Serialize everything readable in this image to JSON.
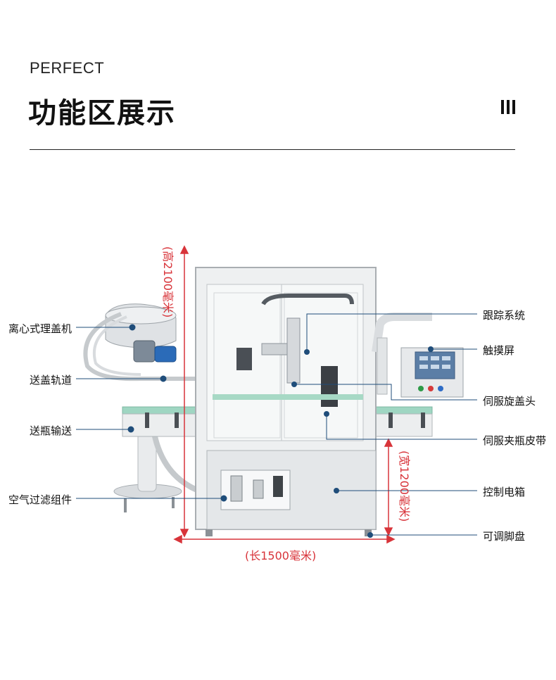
{
  "header": {
    "kicker": "PERFECT",
    "title": "功能区展示",
    "menu_icon": "vertical-bars-icon"
  },
  "callouts_left": [
    {
      "label": "离心式理盖机"
    },
    {
      "label": "送盖轨道"
    },
    {
      "label": "送瓶输送"
    },
    {
      "label": "空气过滤组件"
    }
  ],
  "callouts_right": [
    {
      "label": "跟踪系统"
    },
    {
      "label": "触摸屏"
    },
    {
      "label": "伺服旋盖头"
    },
    {
      "label": "伺服夹瓶皮带"
    },
    {
      "label": "控制电箱"
    },
    {
      "label": "可调脚盘"
    }
  ],
  "dimensions": {
    "height": "(高2100毫米)",
    "length": "(长1500毫米)",
    "width": "(宽1200毫米)"
  },
  "colors": {
    "dimension": "#d8343a",
    "leader": "#1f4d7a",
    "text": "#111111"
  }
}
